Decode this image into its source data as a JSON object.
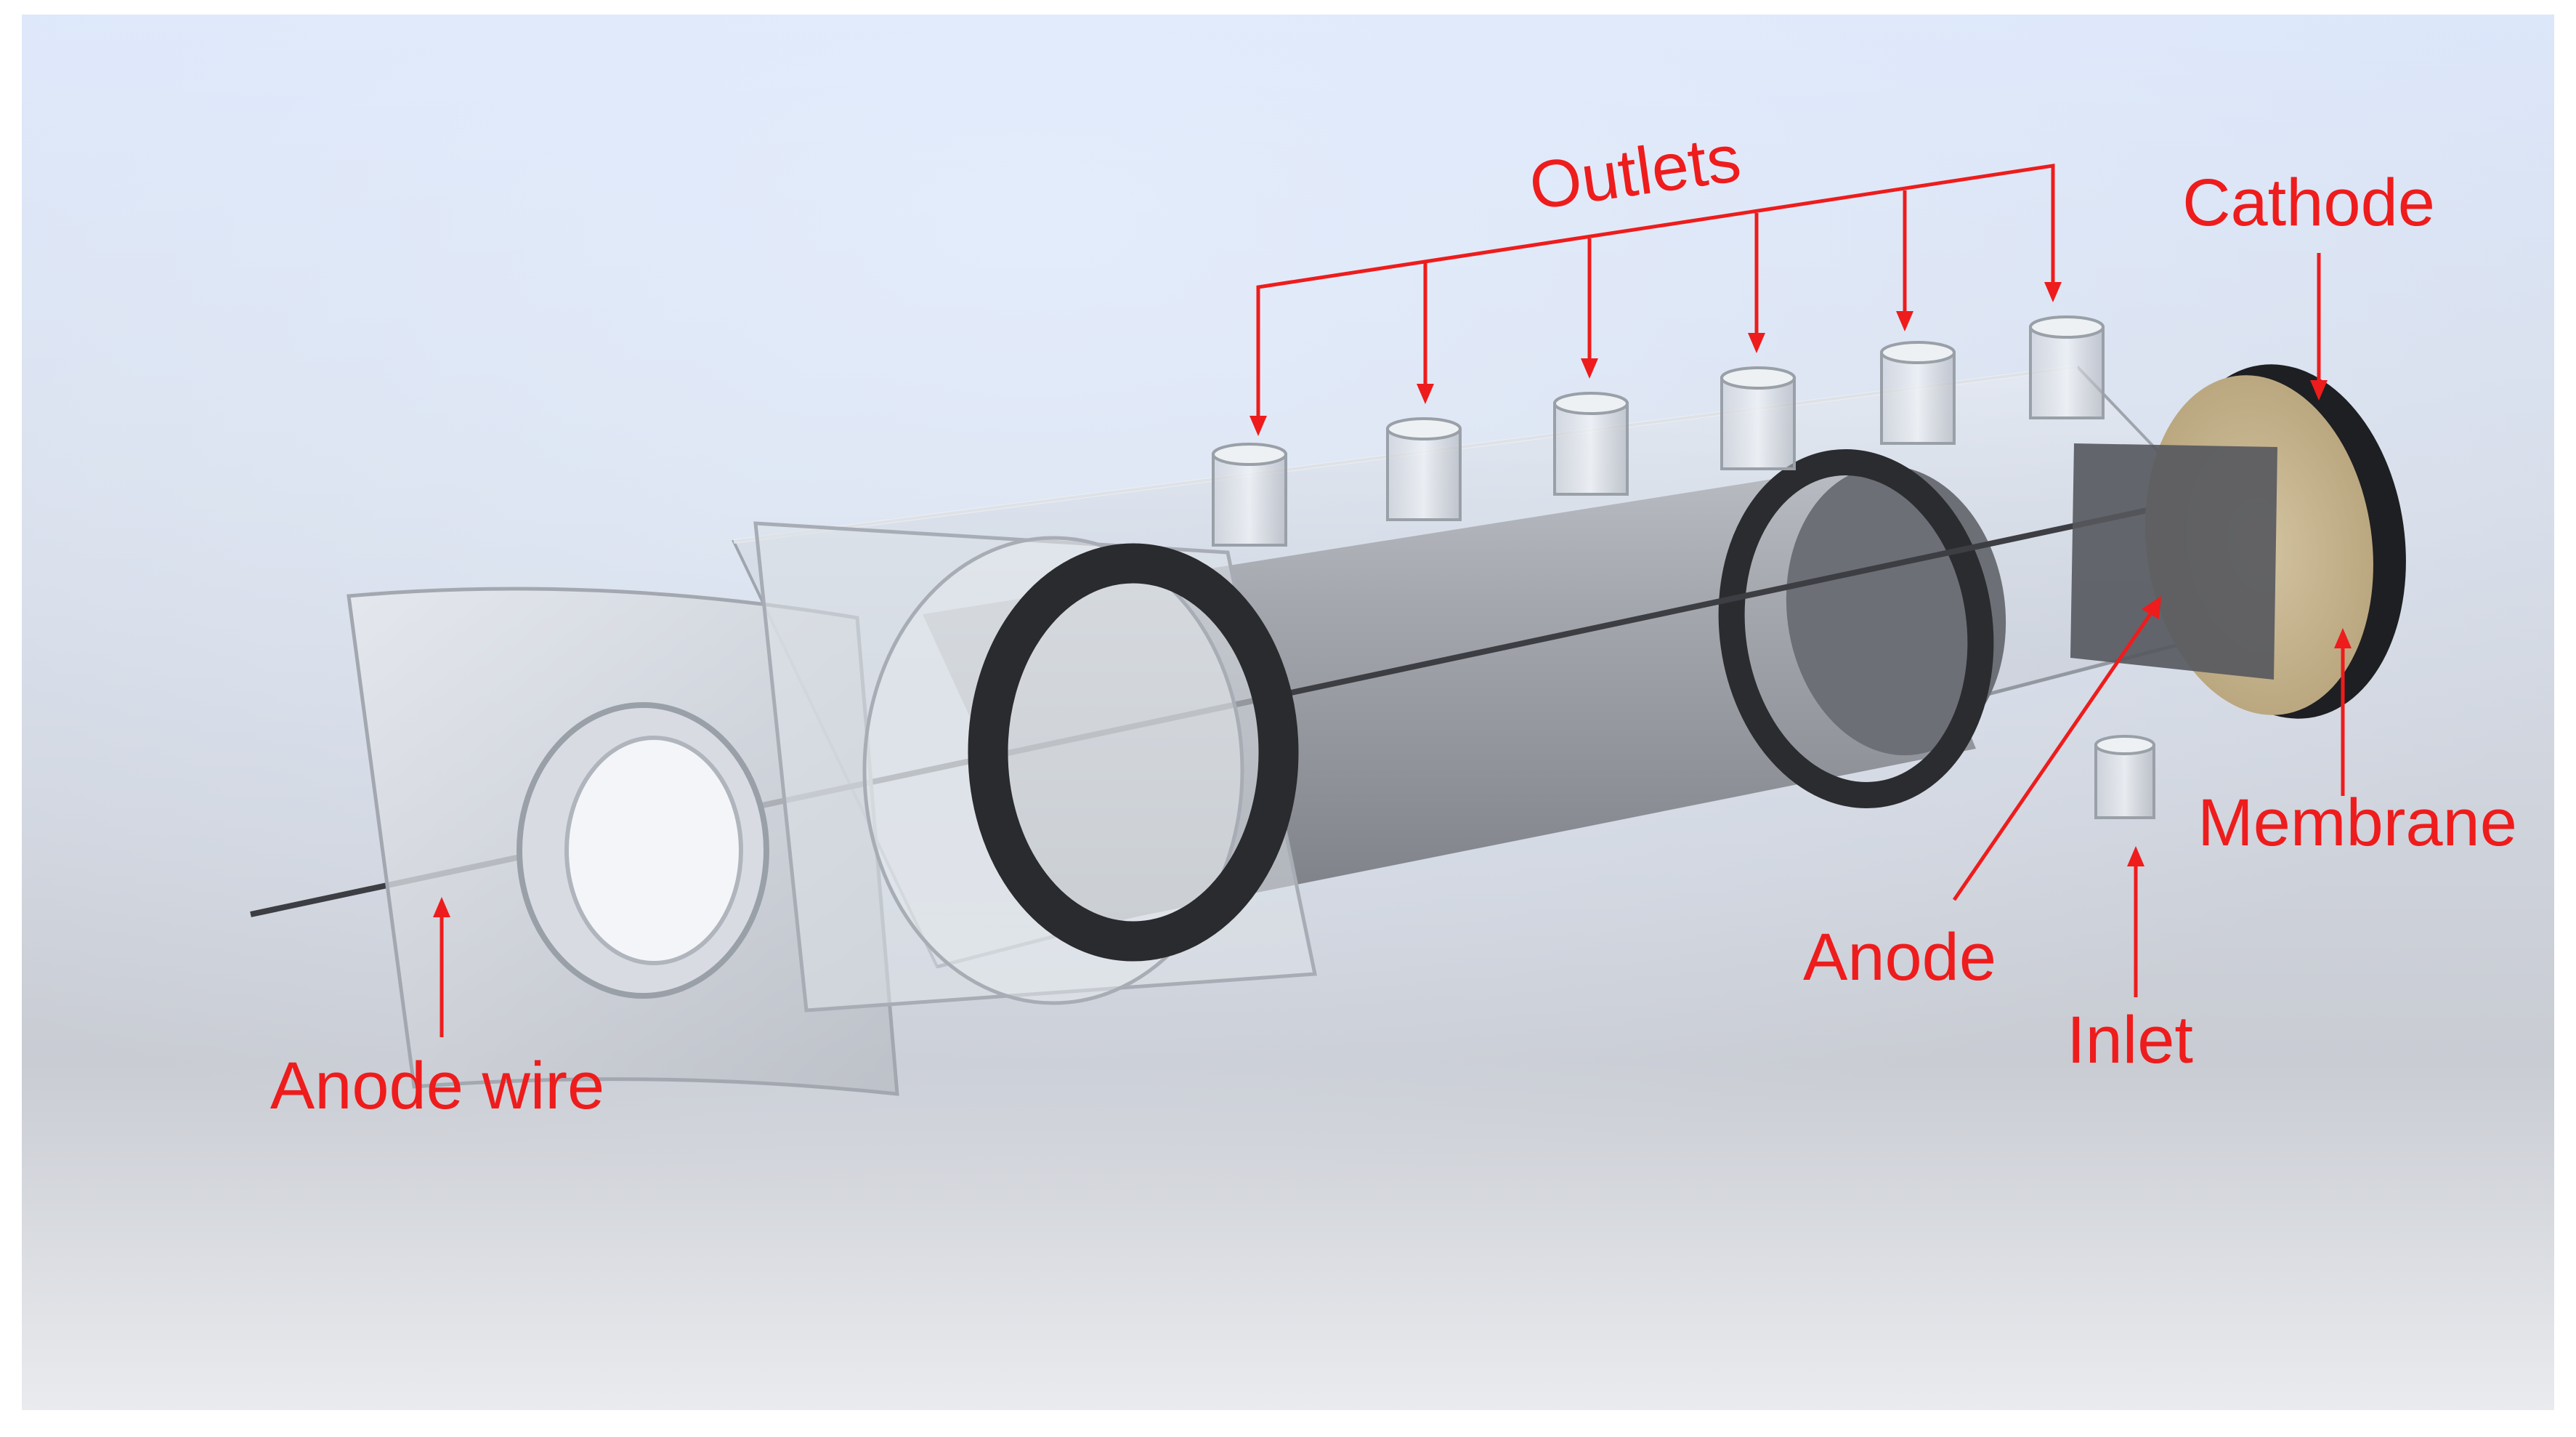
{
  "diagram": {
    "annotation_color": "#ee1c1c",
    "labels": {
      "outlets": "Outlets",
      "cathode": "Cathode",
      "membrane": "Membrane",
      "anode": "Anode",
      "inlet": "Inlet",
      "anode_wire": "Anode wire"
    },
    "outlet_count": 6
  }
}
